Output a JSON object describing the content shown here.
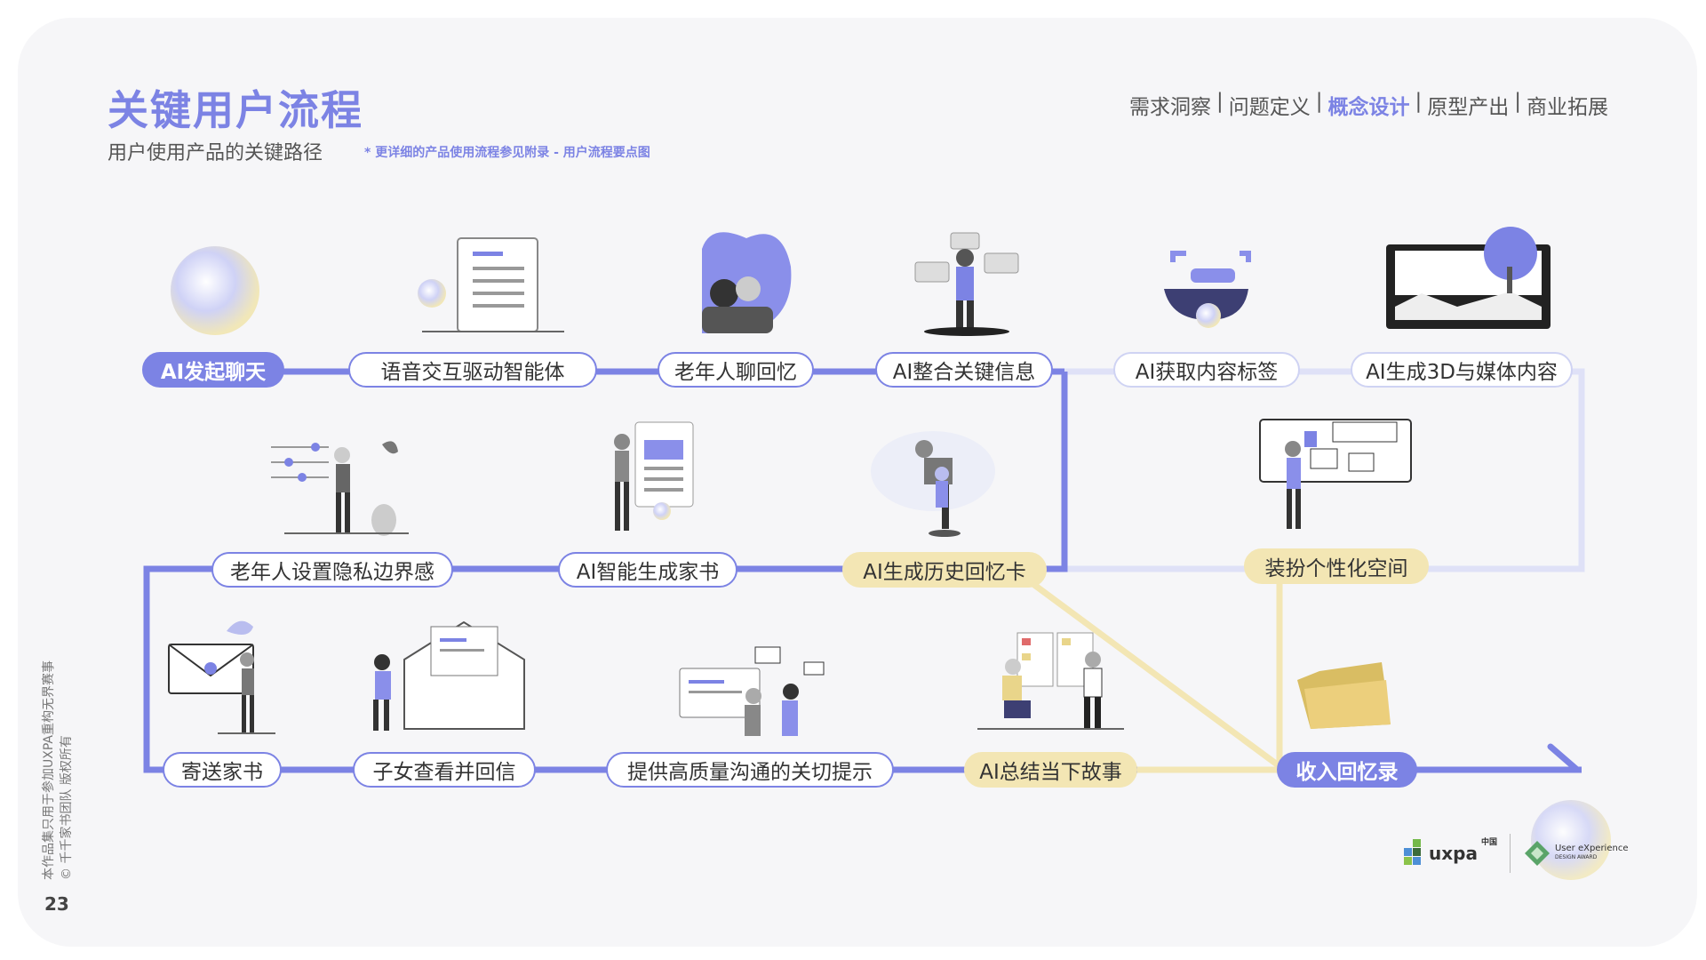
{
  "header": {
    "title": "关键用户流程",
    "subtitle": "用户使用产品的关键路径",
    "note": "* 更详细的产品使用流程参见附录 - 用户流程要点图"
  },
  "nav": {
    "items": [
      "需求洞察",
      "问题定义",
      "概念设计",
      "原型产出",
      "商业拓展"
    ],
    "separator": "|",
    "active_index": 2
  },
  "steps": {
    "s1": "AI发起聊天",
    "s2": "语音交互驱动智能体",
    "s3": "老年人聊回忆",
    "s4": "AI整合关键信息",
    "s5": "AI获取内容标签",
    "s6": "AI生成3D与媒体内容",
    "s7": "老年人设置隐私边界感",
    "s8": "AI智能生成家书",
    "s9": "AI生成历史回忆卡",
    "s10": "装扮个性化空间",
    "s11": "寄送家书",
    "s12": "子女查看并回信",
    "s13": "提供高质量沟通的关切提示",
    "s14": "AI总结当下故事",
    "s15": "收入回忆录"
  },
  "sidebar": {
    "line1": "本作品集只用于参加UXPA重构无界赛事",
    "line2": "© 千千家书团队 版权所有"
  },
  "page_number": "23",
  "logos": {
    "uxpa": "uxpa",
    "uxpa_cn": "中国",
    "ux_award_1": "User eXperience",
    "ux_award_2": "DESIGN AWARD"
  },
  "colors": {
    "accent": "#7c83e4",
    "light_accent": "#dfe1f7",
    "yellow": "#f3e6b4",
    "card_bg": "#f6f6f8"
  }
}
